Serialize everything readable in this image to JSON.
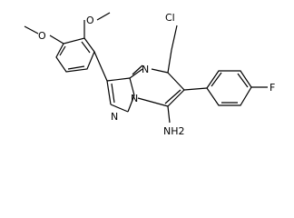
{
  "labels": {
    "cl": "Cl",
    "n_ring_top": "N",
    "n_ring_bridge": "N",
    "n_ring_pyrazole": "N",
    "o_upper": "O",
    "o_lower": "O",
    "f": "F",
    "amine": "NH2"
  }
}
